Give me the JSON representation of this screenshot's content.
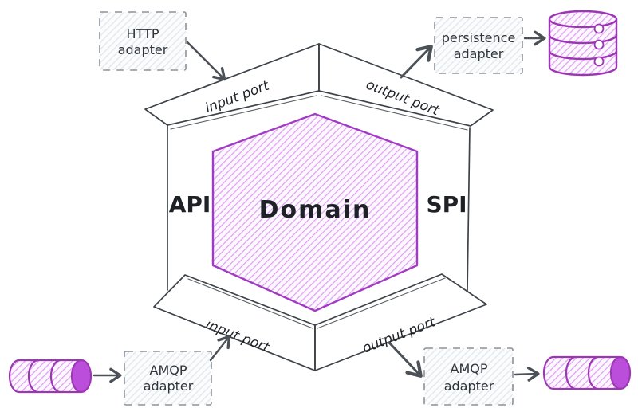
{
  "hexagon": {
    "domain_label": "Domain",
    "api_label": "API",
    "spi_label": "SPI"
  },
  "ports": {
    "top_left_label": "input port",
    "top_right_label": "output port",
    "bottom_left_label": "input port",
    "bottom_right_label": "output port"
  },
  "adapters": {
    "http": {
      "line1": "HTTP",
      "line2": "adapter"
    },
    "persistence": {
      "line1": "persistence",
      "line2": "adapter"
    },
    "amqp_in": {
      "line1": "AMQP",
      "line2": "adapter"
    },
    "amqp_out": {
      "line1": "AMQP",
      "line2": "adapter"
    }
  },
  "icons": {
    "top_right": "database-icon",
    "bottom_left": "message-queue-icon",
    "bottom_right": "message-queue-icon"
  },
  "colors": {
    "purple_stroke": "#9c36b5",
    "purple_hatch": "#dd9ff0",
    "purple_cap": "#bb4fdb",
    "frame_stroke": "#3d4349",
    "arrow": "#4b5157",
    "box_border": "#8d939a",
    "box_hatch": "#e1e5e9",
    "text": "#1e2227"
  }
}
